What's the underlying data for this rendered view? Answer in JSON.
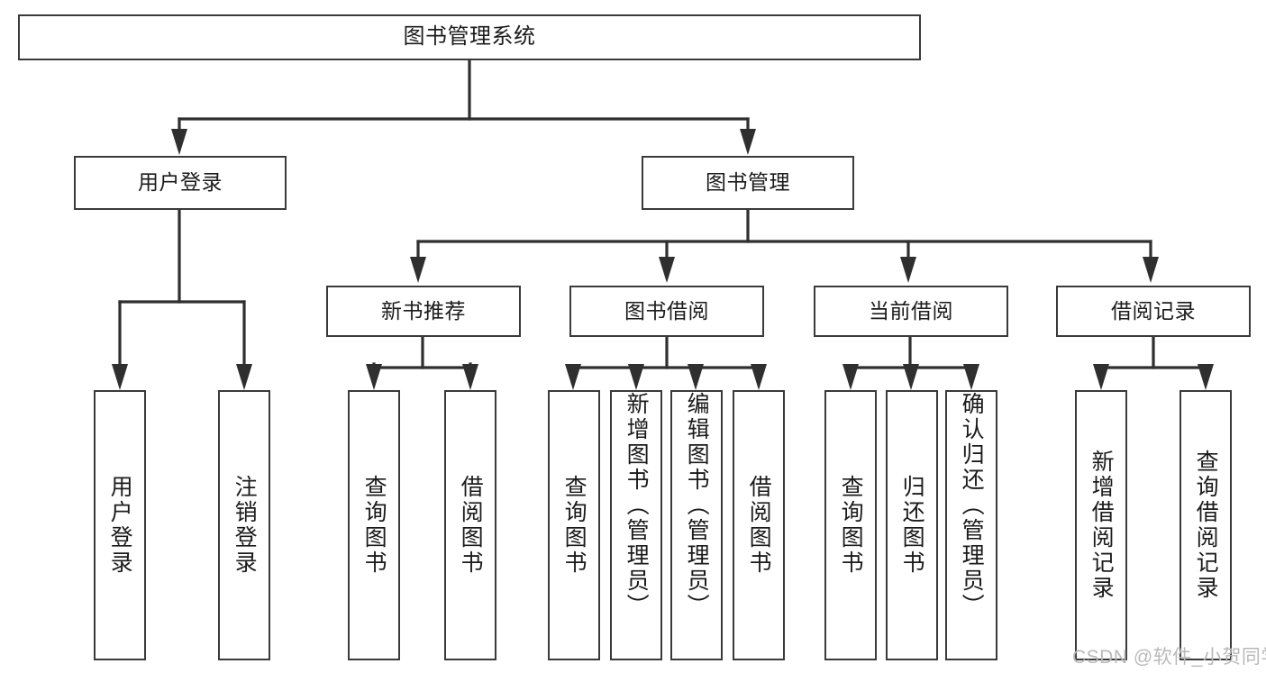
{
  "diagram": {
    "title": "图书管理系统",
    "type": "tree-hierarchy-chart",
    "watermark": "CSDN @软件_小贺同学",
    "colors": {
      "box_border": "#3a3a3a",
      "box_fill": "#ffffff",
      "line": "#2f2f2f",
      "text": "#1b1b1b",
      "watermark": "#b9b9b9",
      "background": "#ffffff"
    },
    "levels": {
      "level1": [
        {
          "id": "root",
          "label": "图书管理系统"
        }
      ],
      "level2": [
        {
          "id": "user-login",
          "label": "用户登录",
          "parent": "root"
        },
        {
          "id": "book-manage",
          "label": "图书管理",
          "parent": "root"
        }
      ],
      "level3": [
        {
          "id": "new-book-rec",
          "label": "新书推荐",
          "parent": "book-manage"
        },
        {
          "id": "book-borrow",
          "label": "图书借阅",
          "parent": "book-manage"
        },
        {
          "id": "current-borrow",
          "label": "当前借阅",
          "parent": "book-manage"
        },
        {
          "id": "borrow-record",
          "label": "借阅记录",
          "parent": "book-manage"
        }
      ],
      "leaves": [
        {
          "id": "leaf-user-login",
          "label": "用户登录",
          "parent": "user-login"
        },
        {
          "id": "leaf-user-logout",
          "label": "注销登录",
          "parent": "user-login"
        },
        {
          "id": "leaf-query-book-1",
          "label": "查询图书",
          "parent": "new-book-rec"
        },
        {
          "id": "leaf-borrow-book-1",
          "label": "借阅图书",
          "parent": "new-book-rec"
        },
        {
          "id": "leaf-query-book-2",
          "label": "查询图书",
          "parent": "book-borrow"
        },
        {
          "id": "leaf-add-book",
          "label": "新增图书（管理员）",
          "parent": "book-borrow"
        },
        {
          "id": "leaf-edit-book",
          "label": "编辑图书（管理员）",
          "parent": "book-borrow"
        },
        {
          "id": "leaf-borrow-book-2",
          "label": "借阅图书",
          "parent": "book-borrow"
        },
        {
          "id": "leaf-query-book-3",
          "label": "查询图书",
          "parent": "current-borrow"
        },
        {
          "id": "leaf-return-book",
          "label": "归还图书",
          "parent": "current-borrow"
        },
        {
          "id": "leaf-confirm-return",
          "label": "确认归还（管理员）",
          "parent": "current-borrow"
        },
        {
          "id": "leaf-add-record",
          "label": "新增借阅记录",
          "parent": "borrow-record"
        },
        {
          "id": "leaf-query-record",
          "label": "查询借阅记录",
          "parent": "borrow-record"
        }
      ]
    }
  }
}
